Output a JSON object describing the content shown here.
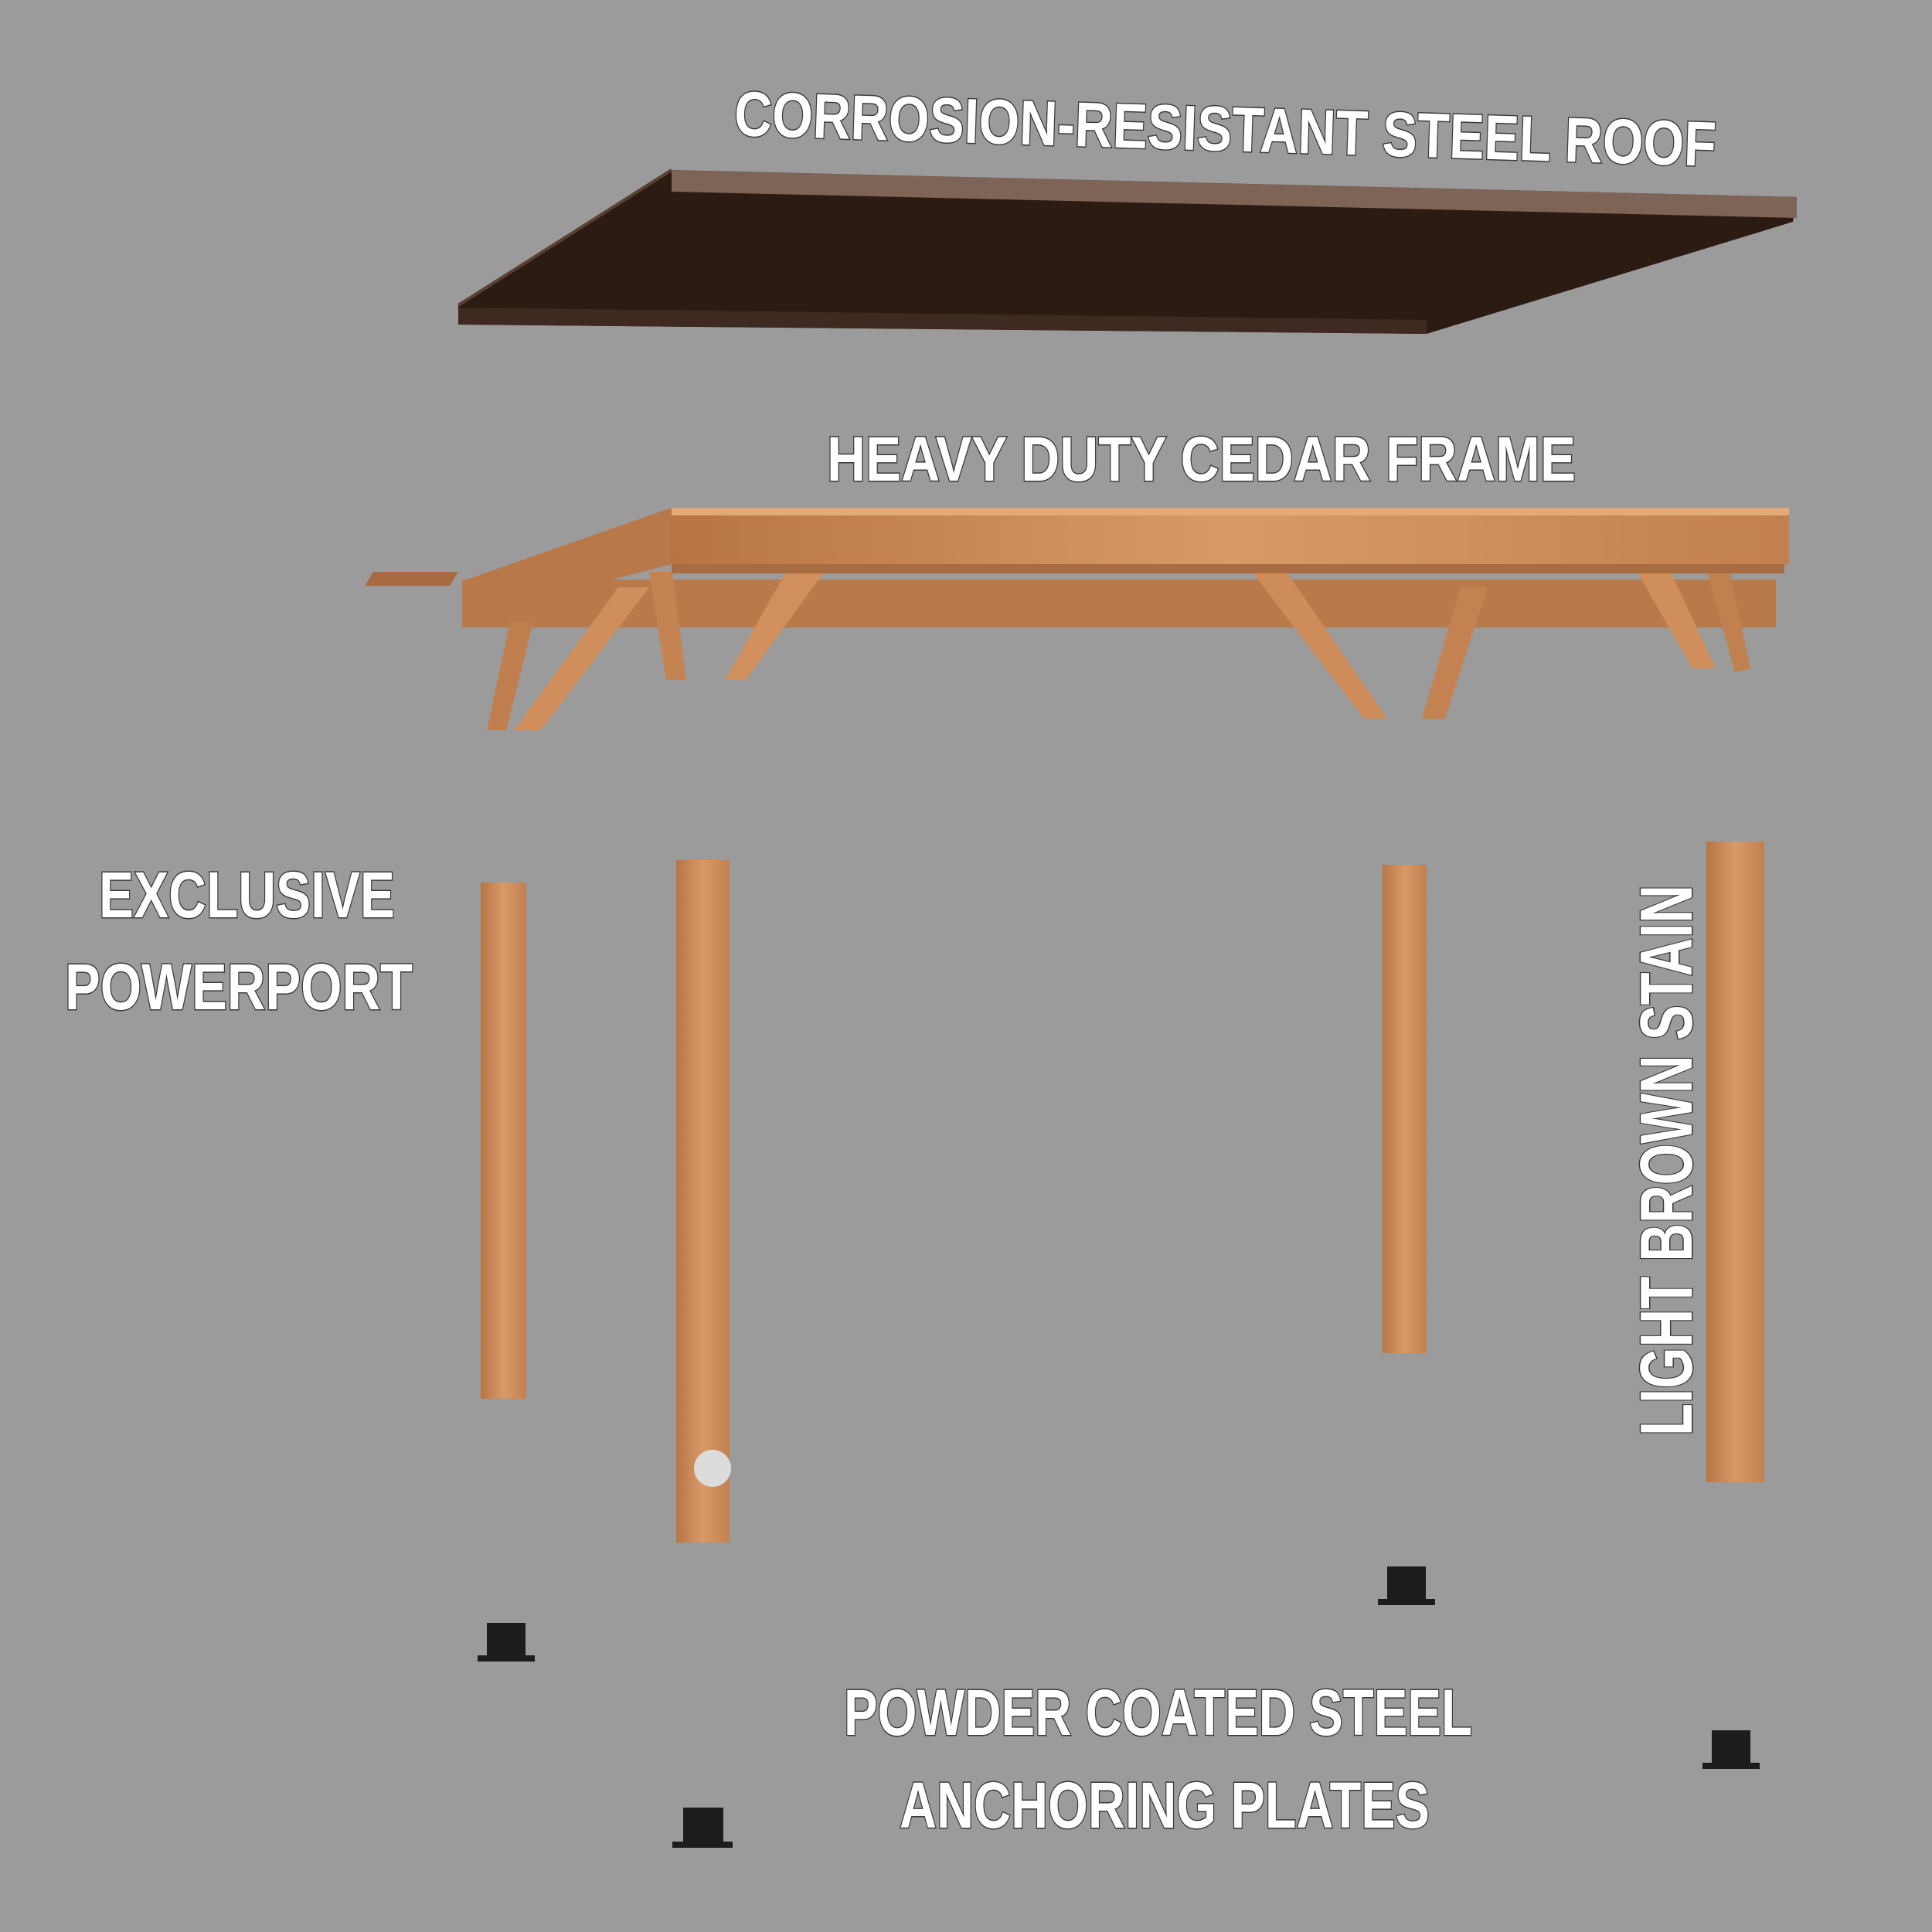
{
  "labels": {
    "roof": "CORROSION-RESISTANT STEEL ROOF",
    "frame": "HEAVY DUTY CEDAR FRAME",
    "powerport_line1": "EXCLUSIVE",
    "powerport_line2": "POWERPORT",
    "stain": "LIGHT BROWN STAIN",
    "plates_line1": "POWDER COATED STEEL",
    "plates_line2": "ANCHORING PLATES"
  },
  "colors": {
    "background": "#9b9b9b",
    "roof": "#2b1b13",
    "roof_edge": "#7d6456",
    "wood": "#c98656",
    "wood_light": "#dca06e",
    "plate": "#1c1c1c"
  }
}
